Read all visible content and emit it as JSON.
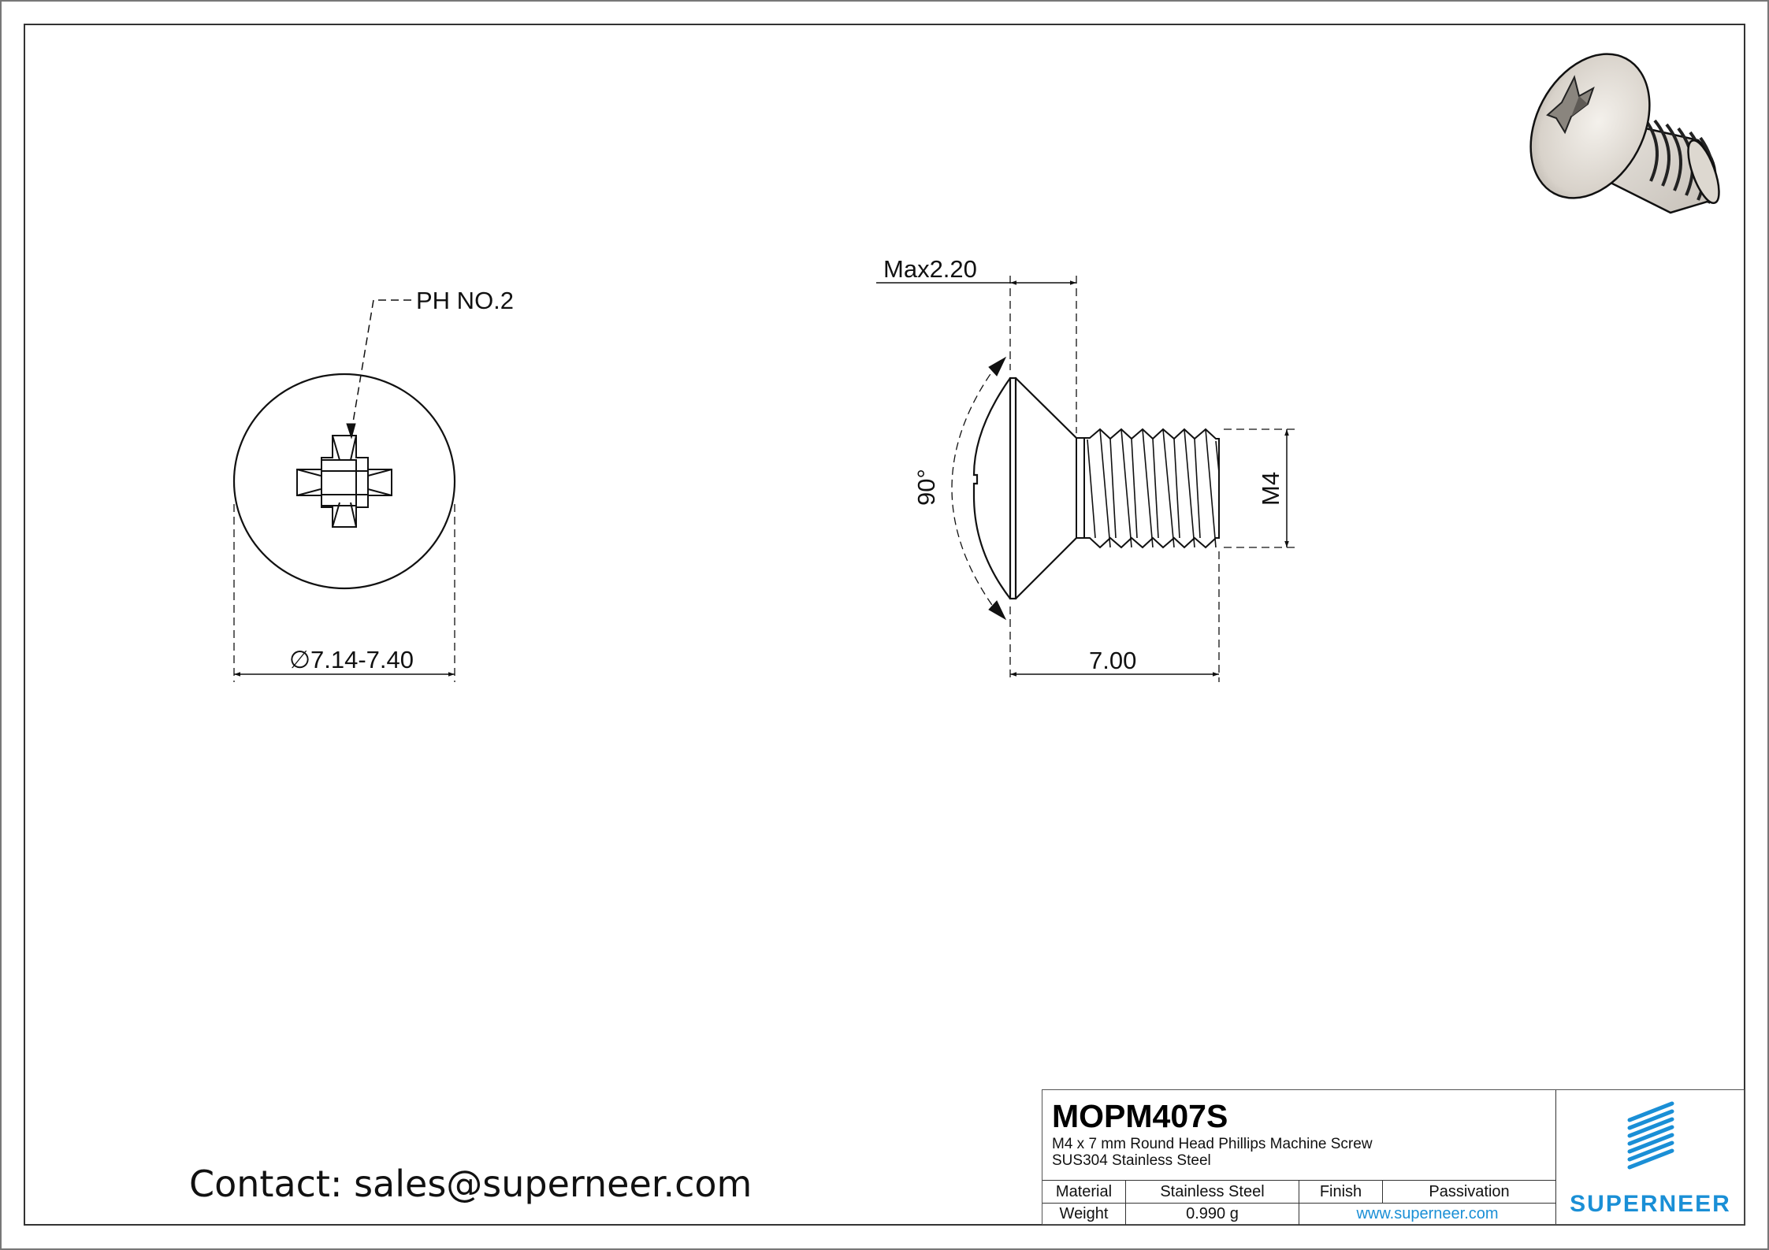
{
  "drawing": {
    "front_view": {
      "drive_callout": "PH NO.2",
      "diameter_dimension": "∅7.14-7.40"
    },
    "side_view": {
      "head_height_dimension": "Max2.20",
      "countersink_angle": "90°",
      "length_dimension": "7.00",
      "thread_dimension": "M4"
    }
  },
  "contact": {
    "text": "Contact: sales@superneer.com"
  },
  "title_block": {
    "part_number": "MOPM407S",
    "description_line1": "M4 x 7 mm Round Head Phillips Machine Screw",
    "description_line2": "SUS304 Stainless Steel",
    "rows": [
      {
        "label1": "Material",
        "value1": "Stainless Steel",
        "label2": "Finish",
        "value2": "Passivation"
      },
      {
        "label1": "Weight",
        "value1": "0.990 g",
        "link": "www.superneer.com"
      }
    ],
    "logo": {
      "icon": "stripes-logo-icon",
      "name": "SUPERNEER",
      "color": "#1a8fd6"
    }
  },
  "colors": {
    "line": "#111111",
    "frame": "#555555",
    "accent": "#1a8fd6"
  }
}
